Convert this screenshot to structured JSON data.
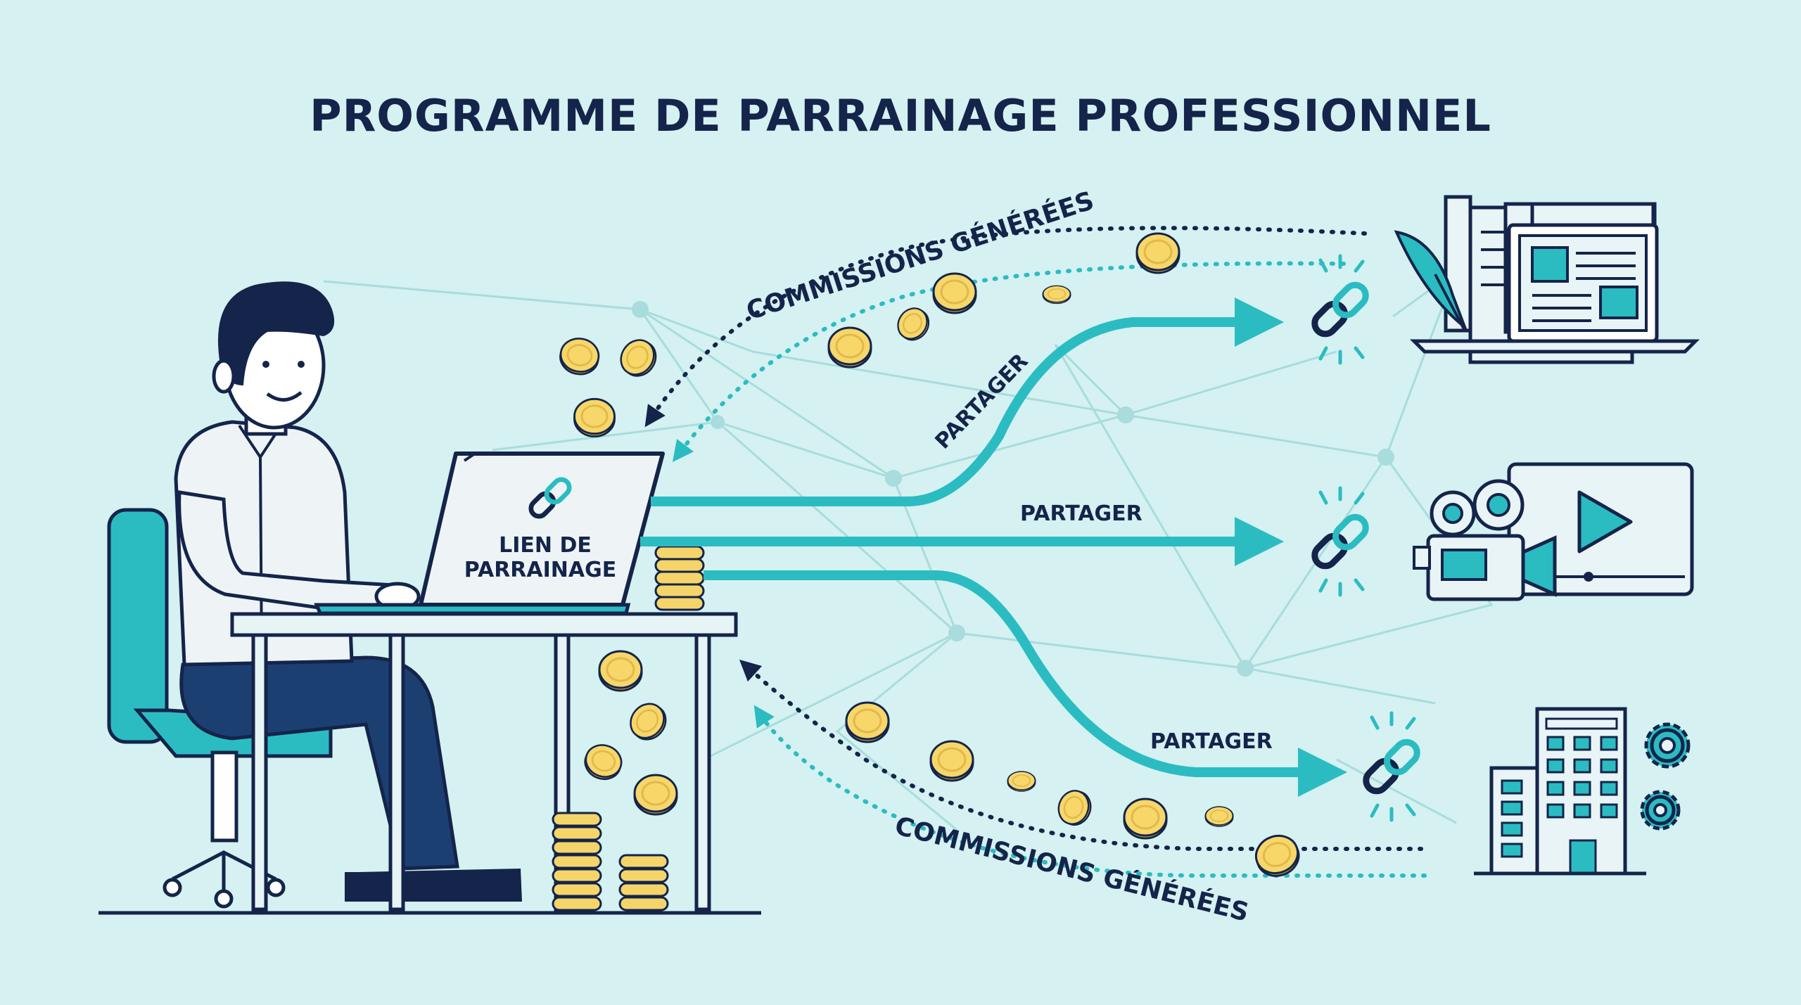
{
  "title": "PROGRAMME DE PARRAINAGE PROFESSIONNEL",
  "laptop": {
    "line1": "LIEN DE",
    "line2": "PARRAINAGE"
  },
  "share_label": "PARTAGER",
  "commissions_label": "COMMISSIONS GÉNÉRÉES",
  "icons": {
    "link": "link-chain-icon",
    "blog": "blog-laptop-quill-icon",
    "video": "video-camera-play-icon",
    "business": "office-building-gears-icon",
    "coin": "gold-coin-icon"
  },
  "colors": {
    "background": "#d5f1f1",
    "navy": "#14244a",
    "teal": "#2bbcc2",
    "gold": "#f5d56a",
    "net": "#a9dcdc"
  }
}
